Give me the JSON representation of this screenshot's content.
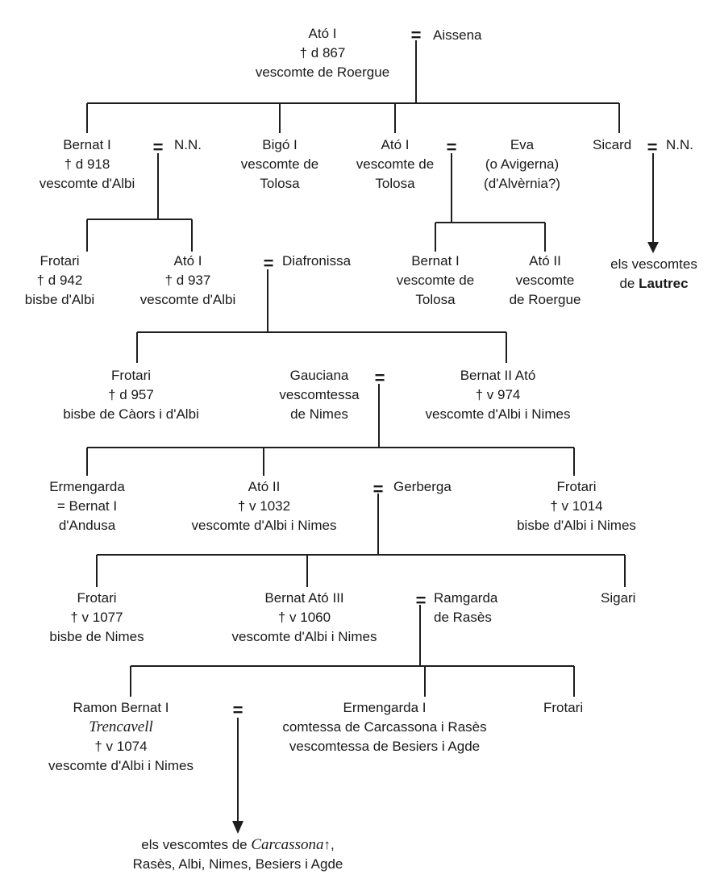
{
  "persons": {
    "ato1_867": {
      "name": "Ató I",
      "dates": "† d 867",
      "title": "vescomte de Roergue"
    },
    "aissena": {
      "name": "Aissena"
    },
    "bernat1_918": {
      "name": "Bernat I",
      "dates": "† d 918",
      "title": "vescomte d'Albi"
    },
    "nn1": {
      "name": "N.N."
    },
    "bigo1": {
      "name": "Bigó I",
      "title1": "vescomte de",
      "title2": "Tolosa"
    },
    "ato1_tolosa": {
      "name": "Ató I",
      "title1": "vescomte de",
      "title2": "Tolosa"
    },
    "eva": {
      "name": "Eva",
      "alias": "(o Avigerna)",
      "origin": "(d'Alvèrnia?)"
    },
    "sicard": {
      "name": "Sicard"
    },
    "nn2": {
      "name": "N.N."
    },
    "frotari_942": {
      "name": "Frotari",
      "dates": "† d 942",
      "title": "bisbe d'Albi"
    },
    "ato1_937": {
      "name": "Ató I",
      "dates": "† d 937",
      "title": "vescomte d'Albi"
    },
    "diafronissa": {
      "name": "Diafronissa"
    },
    "bernat1_tolosa": {
      "name": "Bernat I",
      "title1": "vescomte de",
      "title2": "Tolosa"
    },
    "ato2_roergue": {
      "name": "Ató II",
      "title1": "vescomte",
      "title2": "de Roergue"
    },
    "lautrec": {
      "text1": "els vescomtes",
      "text2_prefix": "de",
      "text2_bold": "Lautrec"
    },
    "frotari_957": {
      "name": "Frotari",
      "dates": "† d 957",
      "title": "bisbe de Càors i d'Albi"
    },
    "gauciana": {
      "name": "Gauciana",
      "title1": "vescomtessa",
      "title2": "de Nimes"
    },
    "bernat2_ato": {
      "name": "Bernat II Ató",
      "dates": "† v 974",
      "title": "vescomte d'Albi i Nimes"
    },
    "ermengarda_andusa": {
      "name": "Ermengarda",
      "spouse": "= Bernat I",
      "origin": "d'Andusa"
    },
    "ato2_1032": {
      "name": "Ató II",
      "dates": "† v 1032",
      "title": "vescomte d'Albi i Nimes"
    },
    "gerberga": {
      "name": "Gerberga"
    },
    "frotari_1014": {
      "name": "Frotari",
      "dates": "† v 1014",
      "title": "bisbe d'Albi i Nimes"
    },
    "frotari_1077": {
      "name": "Frotari",
      "dates": "† v 1077",
      "title": "bisbe de Nimes"
    },
    "bernat_ato3": {
      "name": "Bernat Ató III",
      "dates": "† v 1060",
      "title": "vescomte d'Albi i Nimes"
    },
    "ramgarda": {
      "name": "Ramgarda",
      "origin": "de Rasès"
    },
    "sigari": {
      "name": "Sigari"
    },
    "ramon_bernat1": {
      "name": "Ramon Bernat I",
      "epithet": "Trencavell",
      "dates": "† v 1074",
      "title": "vescomte d'Albi i Nimes"
    },
    "ermengarda1": {
      "name": "Ermengarda I",
      "title1": "comtessa de Carcassona i Rasès",
      "title2": "vescomtessa de Besiers i Agde"
    },
    "frotari_last": {
      "name": "Frotari"
    },
    "carcassona": {
      "text1_prefix": "els vescomtes de",
      "text1_italic": "Carcassona",
      "text1_suffix": "↑,",
      "text2": "Rasès, Albi, Nimes, Besiers i Agde"
    }
  },
  "marriage_symbol": "="
}
